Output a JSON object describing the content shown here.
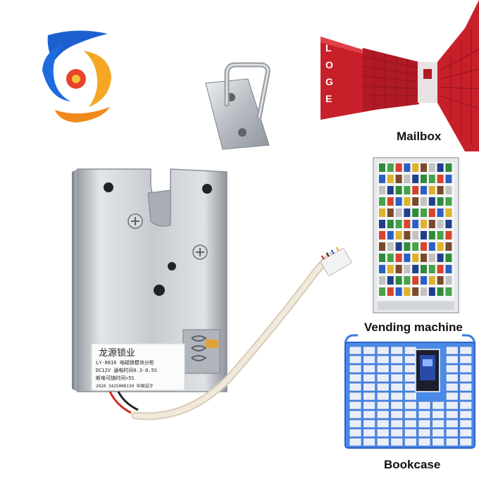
{
  "captions": {
    "mailbox": "Mailbox",
    "vending": "Vending machine",
    "bookcase": "Bookcase"
  },
  "lock_label": {
    "brand": "龙源锁业",
    "line1": "LY-8816  电磁锁模块分柜",
    "line2": "DC12V  通电时间0.3-0.5S",
    "line3": "断电可随时间>5S",
    "line4": "2020 3425000130 中国设计"
  },
  "mailbox_letters": [
    "L",
    "O",
    "G",
    "E"
  ],
  "colors": {
    "logo_blue": "#1e5fd0",
    "logo_orange": "#f5a623",
    "logo_red": "#e8452a",
    "mailbox_red": "#c8202a",
    "bookcase_blue": "#3a7be0",
    "metal": "#c9cdd2"
  }
}
